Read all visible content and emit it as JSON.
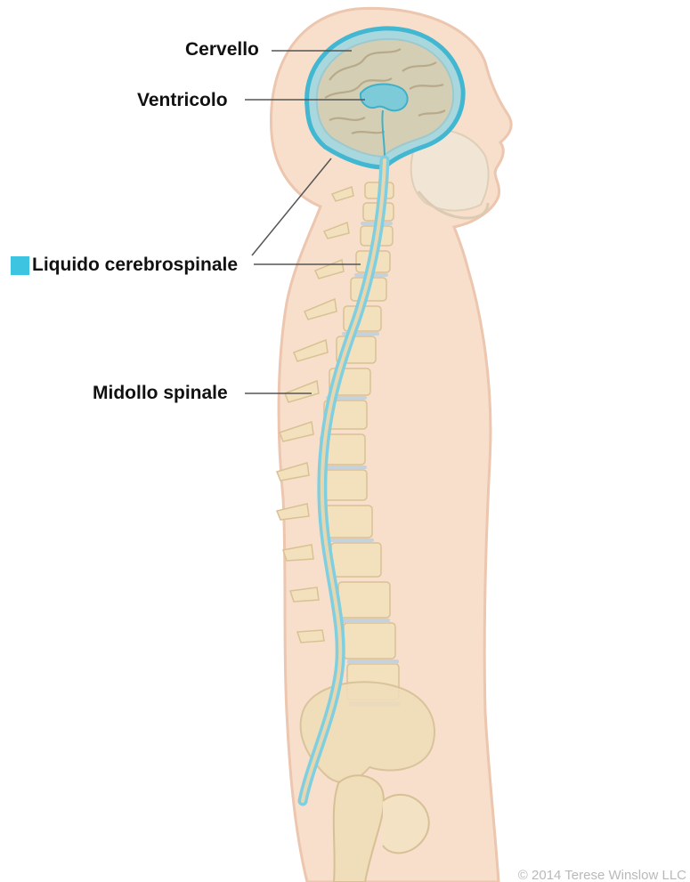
{
  "labels": {
    "brain": "Cervello",
    "ventricle": "Ventricolo",
    "csf": "Liquido cerebrospinale",
    "spinal_cord": "Midollo spinale"
  },
  "legend": {
    "csf_color": "#3cc4e0"
  },
  "copyright": "© 2014 Terese Winslow LLC",
  "colors": {
    "skin": "#f7dfcc",
    "skin_outline": "#ecc6ae",
    "bone": "#f3e1bd",
    "bone_outline": "#d9c194",
    "disc": "#c5d2dc",
    "csf": "#7fcfe0",
    "brain": "#dcc6a4",
    "leader_line": "#555555"
  }
}
